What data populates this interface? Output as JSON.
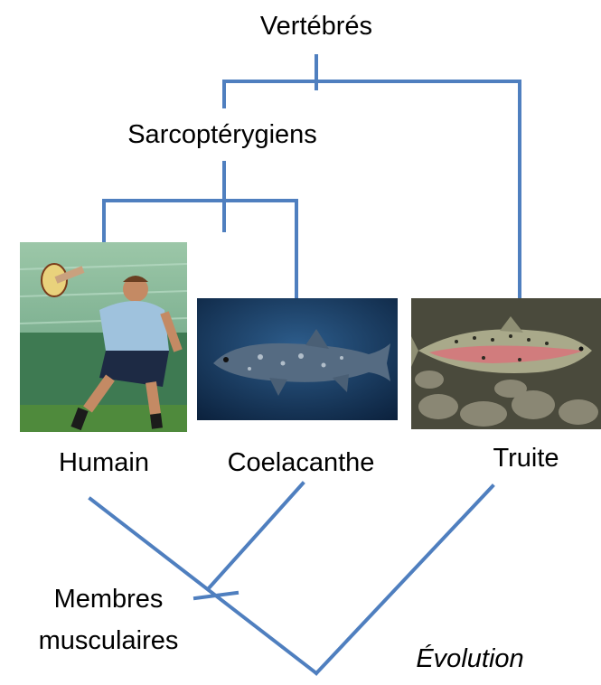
{
  "labels": {
    "vertebres": "Vertébrés",
    "sarcopterygiens": "Sarcoptérygiens",
    "humain": "Humain",
    "coelacanthe": "Coelacanthe",
    "truite": "Truite",
    "membres_line1": "Membres",
    "membres_line2": "musculaires",
    "evolution": "Évolution"
  },
  "colors": {
    "line": "#4f7fbf"
  }
}
